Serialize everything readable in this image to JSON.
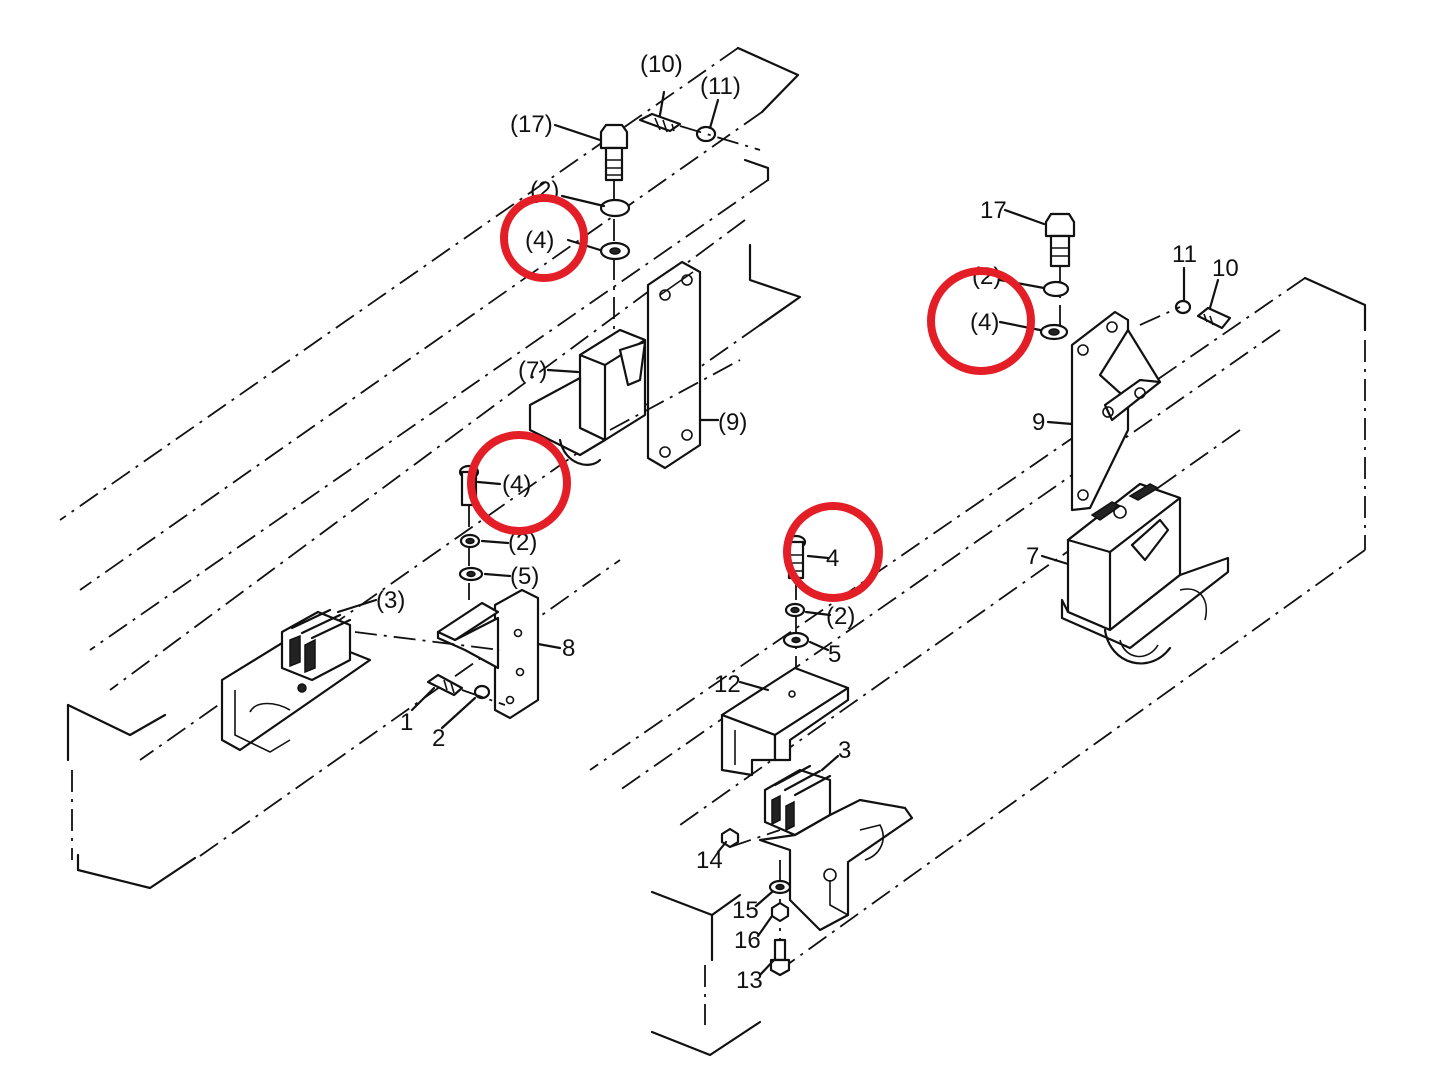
{
  "colors": {
    "highlight": "#e41e26",
    "ink": "#111111"
  },
  "labels": {
    "l_p10": "(10)",
    "l_p11": "(11)",
    "l_p17": "(17)",
    "l_p2a": "(2)",
    "l_p4a": "(4)",
    "l_p7": "(7)",
    "l_p9": "(9)",
    "l_p4b": "(4)",
    "l_p2b": "(2)",
    "l_p5": "(5)",
    "l_p3": "(3)",
    "l_n8": "8",
    "l_n1": "1",
    "l_n2": "2",
    "r_n17": "17",
    "r_p2": "(2)",
    "r_p4": "(4)",
    "r_n11": "11",
    "r_n10": "10",
    "r_n9": "9",
    "r_n7": "7",
    "m_n4": "4",
    "m_p2": "(2)",
    "m_n5": "5",
    "m_n12": "12",
    "m_n3": "3",
    "m_n14": "14",
    "m_n15": "15",
    "m_n16": "16",
    "m_n13": "13"
  }
}
